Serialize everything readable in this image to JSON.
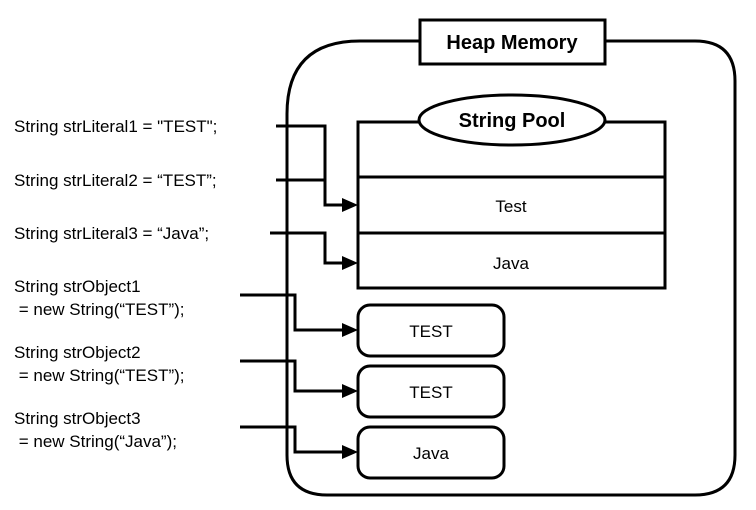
{
  "diagram": {
    "title": "Heap Memory",
    "pool_title": "String Pool",
    "colors": {
      "stroke": "#000000",
      "background": "#ffffff",
      "text": "#000000"
    },
    "code_labels": [
      {
        "id": "strLiteral1",
        "line1": "String strLiteral1 = \"TEST\";",
        "line2": ""
      },
      {
        "id": "strLiteral2",
        "line1": "String strLiteral2 = “TEST”;",
        "line2": ""
      },
      {
        "id": "strLiteral3",
        "line1": "String strLiteral3 = “Java”;",
        "line2": ""
      },
      {
        "id": "strObject1",
        "line1": "String strObject1",
        "line2": " = new String(“TEST”);"
      },
      {
        "id": "strObject2",
        "line1": "String strObject2",
        "line2": " = new String(“TEST”);"
      },
      {
        "id": "strObject3",
        "line1": "String strObject3",
        "line2": " = new String(“Java”);"
      }
    ],
    "pool_cells": [
      {
        "id": "pool-cell-empty",
        "value": ""
      },
      {
        "id": "pool-cell-test",
        "value": "Test"
      },
      {
        "id": "pool-cell-java",
        "value": "Java"
      }
    ],
    "object_boxes": [
      {
        "id": "object-box-1",
        "value": "TEST"
      },
      {
        "id": "object-box-2",
        "value": "TEST"
      },
      {
        "id": "object-box-3",
        "value": "Java"
      }
    ],
    "icons": {
      "arrow": "arrow-right-icon"
    }
  }
}
